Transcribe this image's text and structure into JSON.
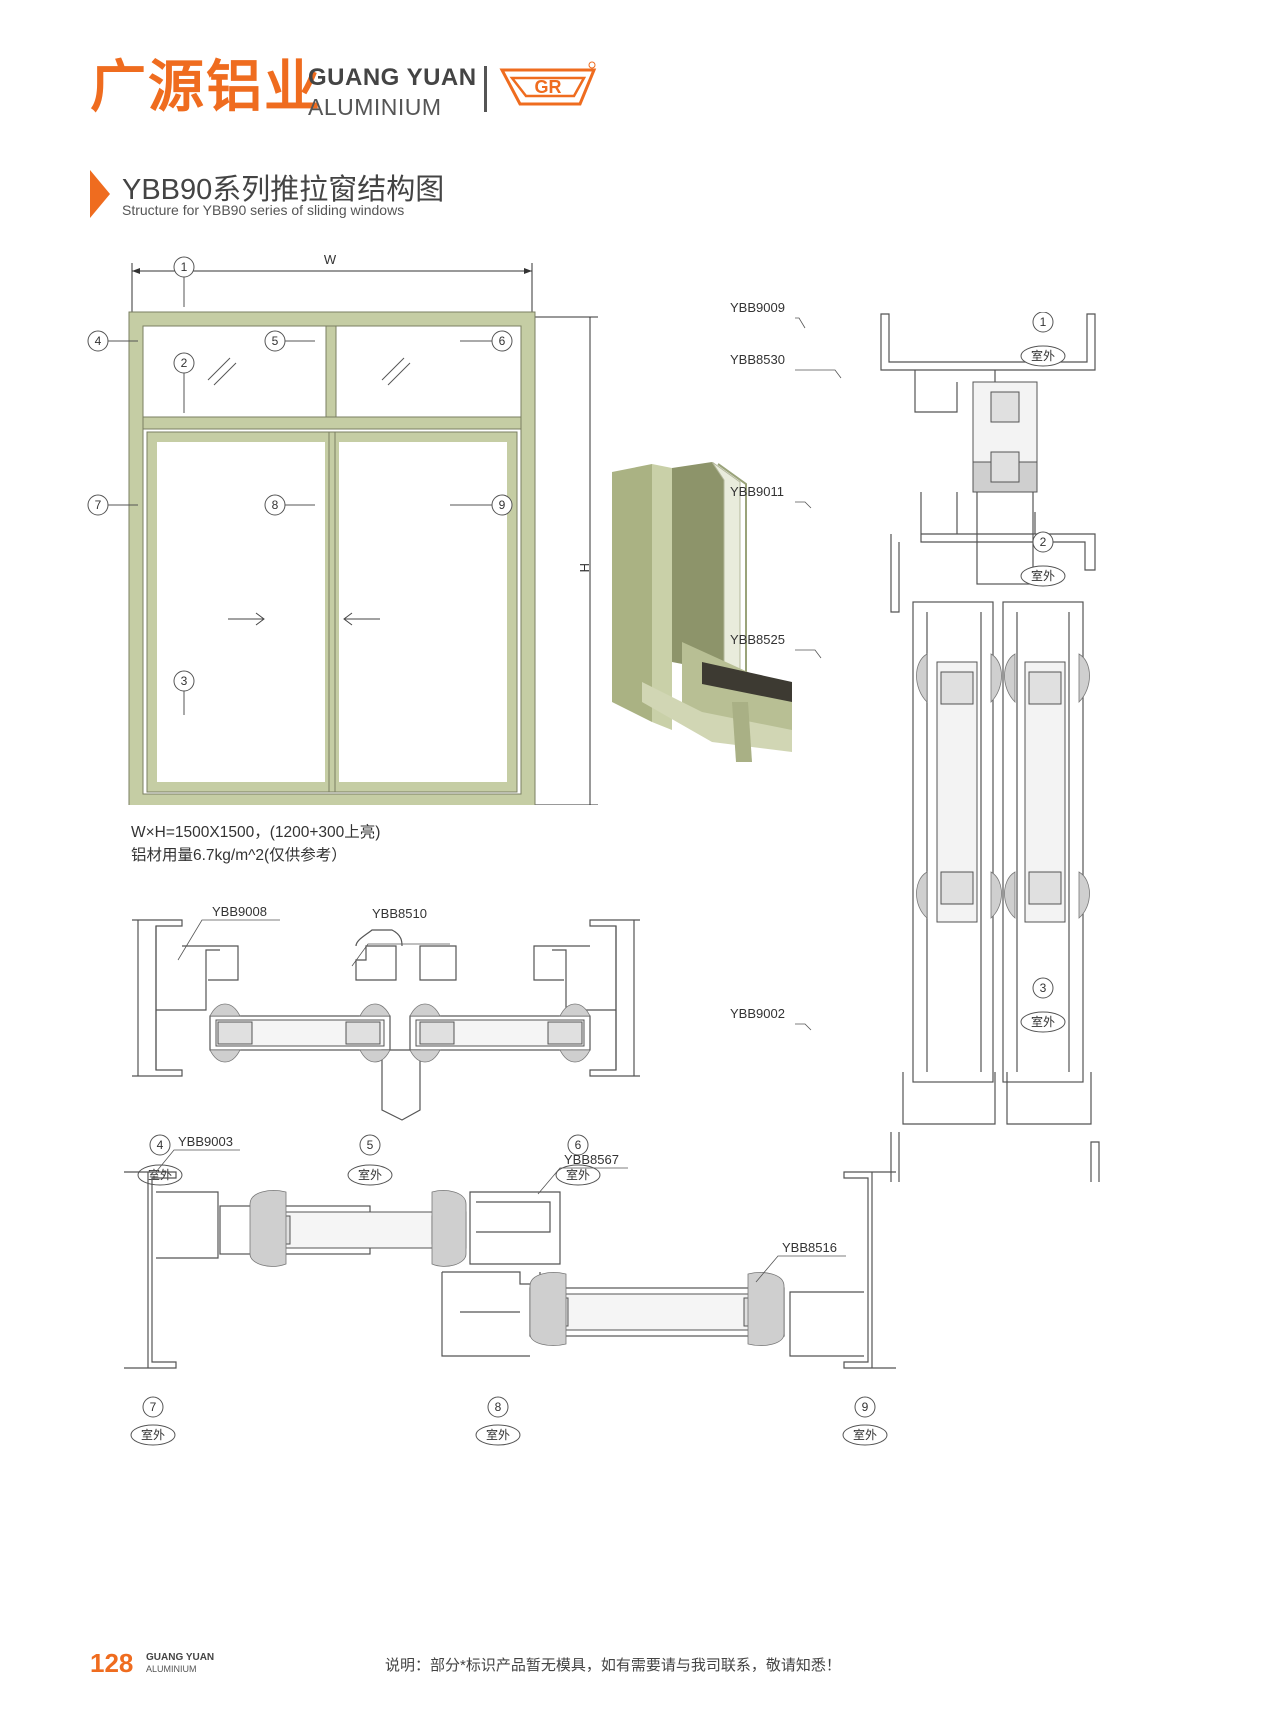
{
  "brand": {
    "name_cn": "广源铝业",
    "name_en_line1": "GUANG YUAN",
    "name_en_line2": "ALUMINIUM",
    "logo_icon": "gr-logo-icon",
    "accent": "#ef6c1f"
  },
  "section": {
    "title_cn": "YBB90系列推拉窗结构图",
    "title_en": "Structure for YBB90 series of sliding windows"
  },
  "elevation": {
    "width_label": "W",
    "height_label": "H",
    "numbers": [
      "1",
      "2",
      "3",
      "4",
      "5",
      "6",
      "7",
      "8",
      "9"
    ],
    "frame_color": "#c5cda4"
  },
  "specs": {
    "line1": "W×H=1500X1500，(1200+300上亮)",
    "line2": "铝材用量6.7kg/m^2(仅供参考）"
  },
  "profiles": {
    "ybb9009": "YBB9009",
    "ybb8530": "YBB8530",
    "ybb9011": "YBB9011",
    "ybb8525": "YBB8525",
    "ybb9002": "YBB9002",
    "ybb9008": "YBB9008",
    "ybb8510": "YBB8510",
    "ybb9003": "YBB9003",
    "ybb8567": "YBB8567",
    "ybb8516": "YBB8516"
  },
  "outside_label": "室外",
  "footer": {
    "page_number": "128",
    "brand_line1": "GUANG YUAN",
    "brand_line2": "ALUMINIUM",
    "note": "说明：部分*标识产品暂无模具，如有需要请与我司联系，敬请知悉！"
  }
}
